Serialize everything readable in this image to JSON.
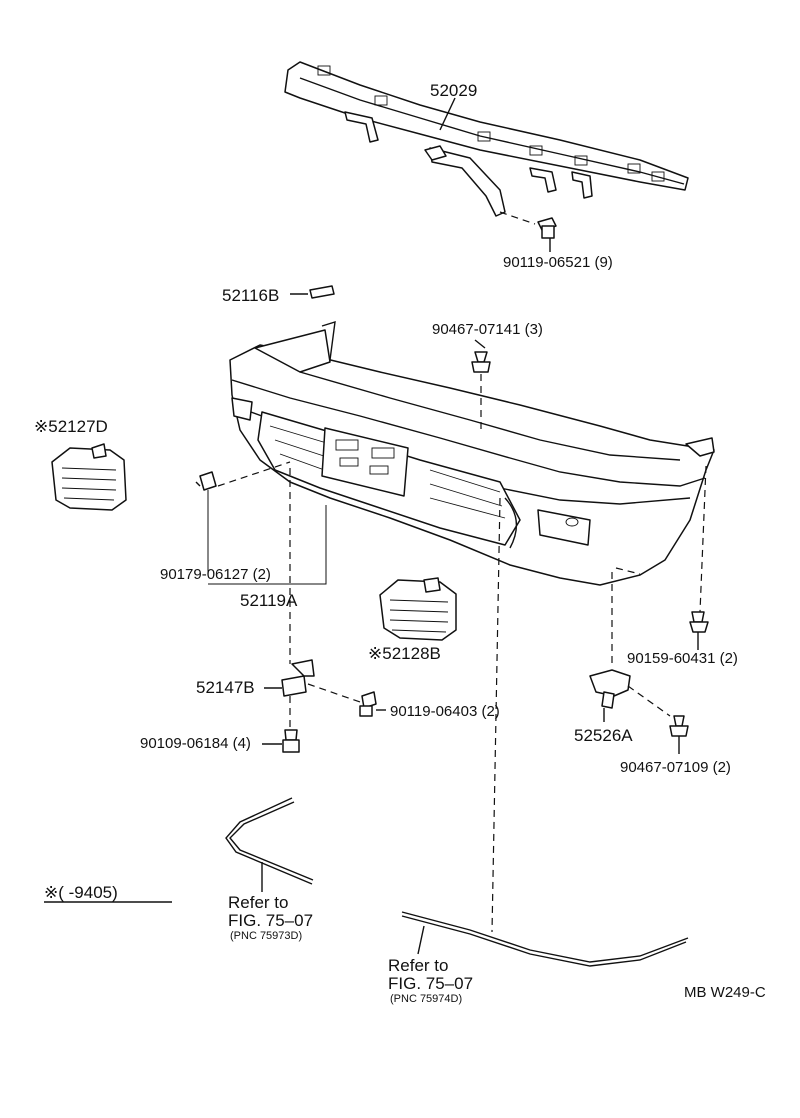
{
  "labels": {
    "p52029": "52029",
    "p90119_06521": "90119-06521  (9)",
    "p52116B": "52116B",
    "p90467_07141": "90467-07141  (3)",
    "p52127D": "※52127D",
    "p90179_06127": "90179-06127  (2)",
    "p52119A": "52119A",
    "p52128B": "※52128B",
    "p90159_60431": "90159-60431  (2)",
    "p52147B": "52147B",
    "p90119_06403": "90119-06403  (2)",
    "p90109_06184": "90109-06184  (4)",
    "p52526A": "52526A",
    "p90467_07109": "90467-07109  (2)"
  },
  "notes": {
    "applicability": "※(       -9405)",
    "ref1_line1": "Refer to",
    "ref1_line2": "FIG. 75–07",
    "ref1_pnc": "(PNC 75973D)",
    "ref2_line1": "Refer to",
    "ref2_line2": "FIG. 75–07",
    "ref2_pnc": "(PNC 75974D)"
  },
  "code": "MB W249-C"
}
